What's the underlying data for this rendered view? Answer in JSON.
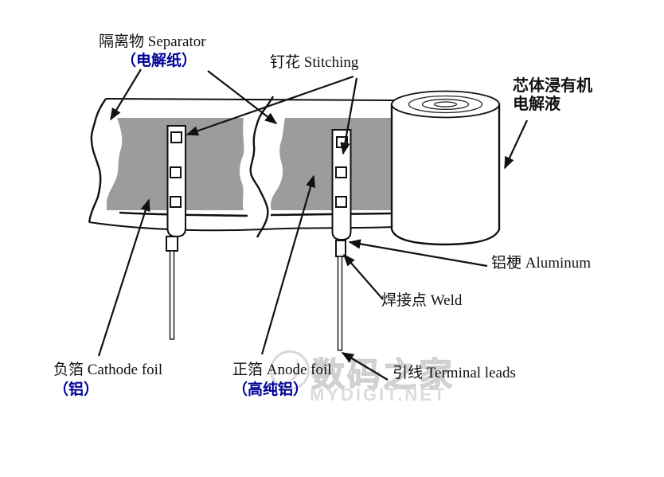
{
  "labels": {
    "separator": {
      "main": "隔离物 Separator",
      "sub": "（电解纸）"
    },
    "stitching": {
      "main": "钉花 Stitching"
    },
    "core": {
      "line1": "芯体浸有机",
      "line2": "电解液"
    },
    "aluminum": {
      "main": "铝梗 Aluminum"
    },
    "weld": {
      "main": "焊接点 Weld"
    },
    "cathode_foil": {
      "main": "负箔 Cathode foil",
      "sub": "（铝）"
    },
    "anode_foil": {
      "main": "正箔 Anode foil",
      "sub": "（高纯铝）"
    },
    "terminal_leads": {
      "main": "引线 Terminal leads"
    }
  },
  "watermark": {
    "site_name": "数码之家",
    "site_url": "MYDIGIT.NET"
  },
  "colors": {
    "label_accent_blue": "#000099",
    "separator_gray": "#9c9c9c",
    "line_black": "#111111",
    "watermark_gray": "#d9d9d9"
  }
}
